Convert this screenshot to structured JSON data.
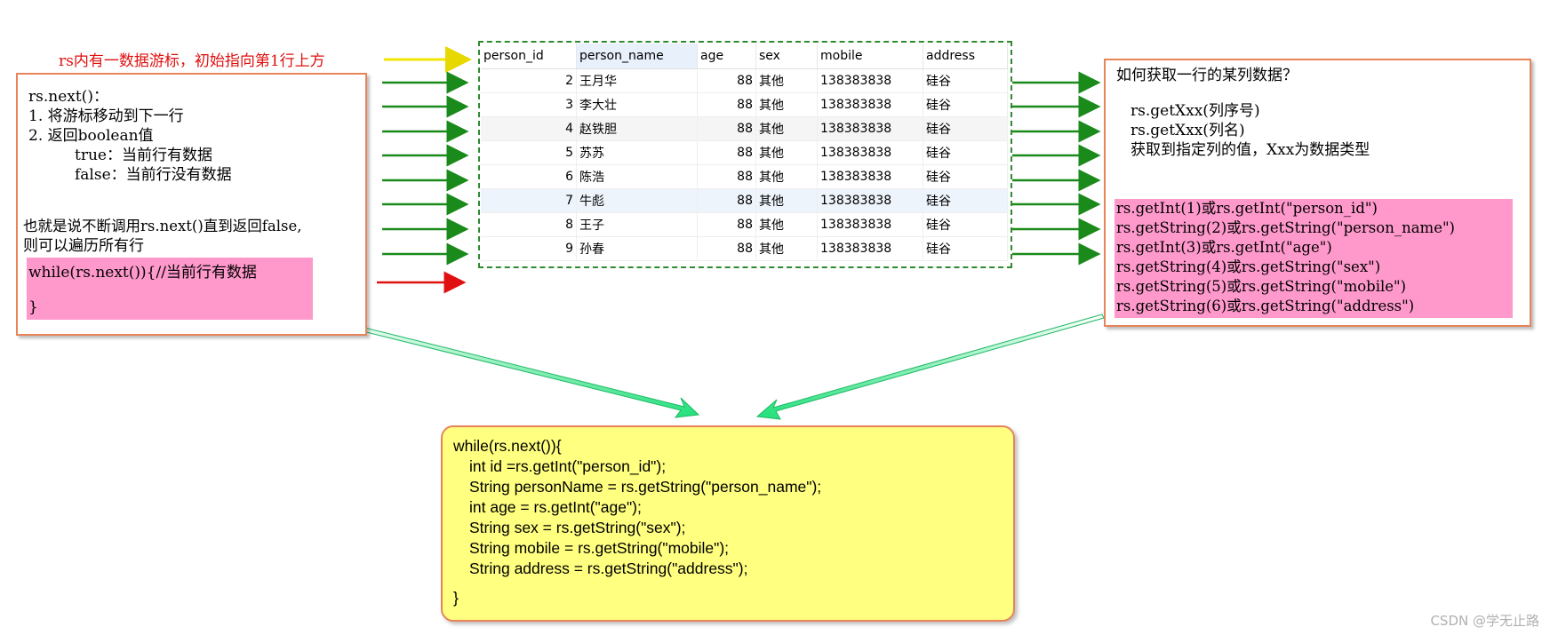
{
  "top_label": "rs内有一数据游标，初始指向第1行上方",
  "left_box": {
    "lines": [
      "rs.next()：",
      "1. 将游标移动到下一行",
      "2. 返回boolean值",
      "true：当前行有数据",
      "false：当前行没有数据",
      "也就是说不断调用rs.next()直到返回false,",
      "则可以遍历所有行"
    ],
    "code": [
      "while(rs.next()){//当前行有数据",
      "}"
    ]
  },
  "table": {
    "columns": [
      "person_id",
      "person_name",
      "age",
      "sex",
      "mobile",
      "address"
    ],
    "rows": [
      [
        "2",
        "王月华",
        "88",
        "其他",
        "138383838",
        "硅谷"
      ],
      [
        "3",
        "李大壮",
        "88",
        "其他",
        "138383838",
        "硅谷"
      ],
      [
        "4",
        "赵铁胆",
        "88",
        "其他",
        "138383838",
        "硅谷"
      ],
      [
        "5",
        "苏苏",
        "88",
        "其他",
        "138383838",
        "硅谷"
      ],
      [
        "6",
        "陈浩",
        "88",
        "其他",
        "138383838",
        "硅谷"
      ],
      [
        "7",
        "牛彪",
        "88",
        "其他",
        "138383838",
        "硅谷"
      ],
      [
        "8",
        "王子",
        "88",
        "其他",
        "138383838",
        "硅谷"
      ],
      [
        "9",
        "孙春",
        "88",
        "其他",
        "138383838",
        "硅谷"
      ]
    ]
  },
  "right_box": {
    "lines": [
      "如何获取一行的某列数据？",
      "rs.getXxx(列序号)",
      "rs.getXxx(列名)",
      "获取到指定列的值，Xxx为数据类型"
    ],
    "code": [
      "rs.getInt(1)或rs.getInt(\"person_id\")",
      "rs.getString(2)或rs.getString(\"person_name\")",
      "rs.getInt(3)或rs.getInt(\"age\")",
      "rs.getString(4)或rs.getString(\"sex\")",
      "rs.getString(5)或rs.getString(\"mobile\")",
      "rs.getString(6)或rs.getString(\"address\")"
    ]
  },
  "code_box": [
    "while(rs.next()){",
    "int id =rs.getInt(\"person_id\");",
    "String personName = rs.getString(\"person_name\");",
    "int age = rs.getInt(\"age\");",
    "String sex = rs.getString(\"sex\");",
    "String mobile = rs.getString(\"mobile\");",
    "String address = rs.getString(\"address\");",
    "}"
  ],
  "watermark": "CSDN @学无止路",
  "colors": {
    "label_red": "#e01010",
    "box_border": "#e8845a",
    "highlight_pink": "#ff99cc",
    "code_yellow": "#ffff80",
    "arrow_green": "#1a8a1a",
    "arrow_yellow": "#f2e600",
    "arrow_red": "#e01010",
    "big_arrow_green": "#33ee88"
  }
}
